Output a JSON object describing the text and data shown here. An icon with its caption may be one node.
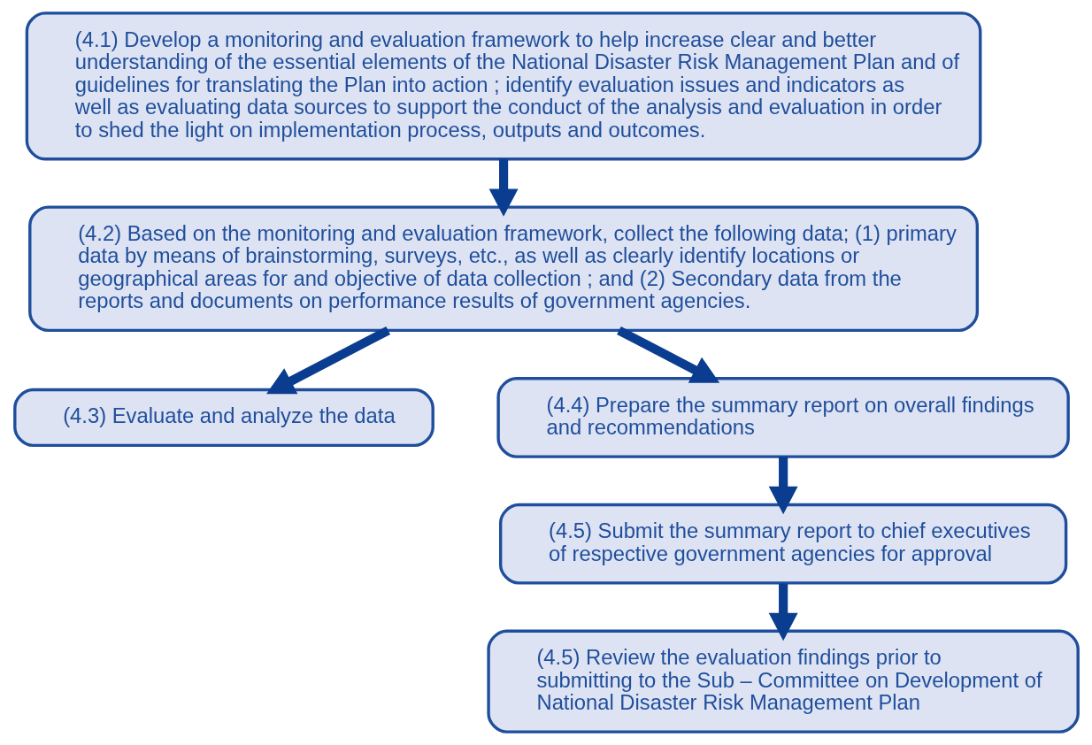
{
  "diagram": {
    "nodes": [
      {
        "text": [
          "(4.1) Develop a monitoring and evaluation framework to help increase clear and better understanding of the essential elements of the National Disaster Risk Management Plan and of guidelines for translating the Plan into action ; identify evaluation issues and indicators as well as evaluating data sources to support the conduct of the analysis and evaluation in order to shed the light on implementation process, outputs and outcomes."
        ]
      },
      {
        "text": [
          "(4.2) Based on the monitoring and evaluation framework, collect the following data; (1) primary data by means of brainstorming, surveys, etc., as well as clearly identify locations or geographical areas for and objective of data collection ; and (2) Secondary data from the reports and documents on performance results of government agencies."
        ]
      },
      {
        "text": [
          "(4.3) Evaluate and analyze the data"
        ]
      },
      {
        "text": [
          "(4.4) Prepare the summary report on overall findings and recommendations"
        ]
      },
      {
        "text": [
          "(4.5) Submit the summary report to chief executives of respective government agencies for approval"
        ]
      },
      {
        "text": [
          "(4.5) Review the evaluation findings prior to submitting to the Sub – Committee on Development of National Disaster Risk Management Plan"
        ]
      }
    ],
    "edges": [
      {
        "from": 0,
        "to": 1,
        "arrow": "to"
      },
      {
        "from": 1,
        "to": 2,
        "arrow": "to"
      },
      {
        "from": 1,
        "to": 3,
        "arrow": "to"
      },
      {
        "from": 3,
        "to": 4,
        "arrow": "to"
      },
      {
        "from": 4,
        "to": 5,
        "arrow": "to"
      }
    ]
  }
}
